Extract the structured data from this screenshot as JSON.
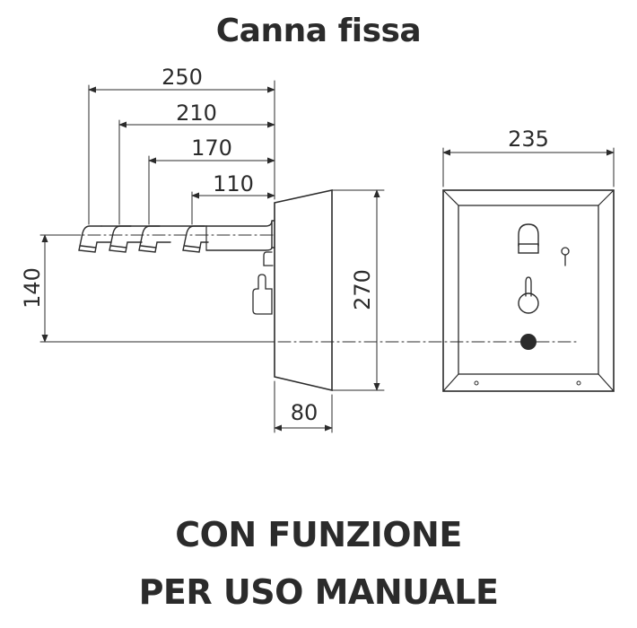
{
  "title": "Canna fissa",
  "dimensions": {
    "spout_250": "250",
    "spout_210": "210",
    "spout_170": "170",
    "spout_110": "110",
    "height_140": "140",
    "height_270": "270",
    "depth_80": "80",
    "width_235": "235"
  },
  "footer": {
    "line1": "CON FUNZIONE",
    "line2": "PER USO MANUALE"
  },
  "colors": {
    "line": "#2b2b2b",
    "background": "#ffffff"
  }
}
